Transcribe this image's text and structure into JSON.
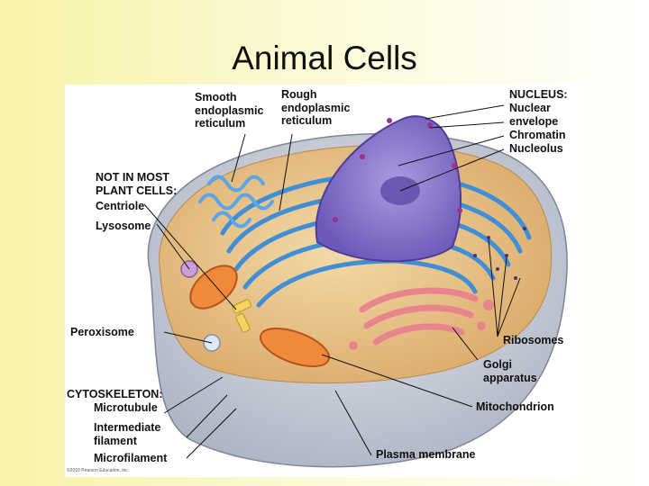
{
  "slide": {
    "title": "Animal Cells"
  },
  "figure": {
    "credit": "©2010 Pearson Education, Inc.",
    "labels": {
      "smooth_er": "Smooth\nendoplasmic\nreticulum",
      "rough_er": "Rough\nendoplasmic\nreticulum",
      "nucleus_heading": "NUCLEUS:",
      "nuclear_envelope": "Nuclear\nenvelope",
      "chromatin": "Chromatin",
      "nucleolus": "Nucleolus",
      "not_in_plant_heading": "NOT IN MOST\nPLANT CELLS:",
      "centriole": "Centriole",
      "lysosome": "Lysosome",
      "peroxisome": "Peroxisome",
      "ribosomes": "Ribosomes",
      "golgi": "Golgi\napparatus",
      "cytoskeleton_heading": "CYTOSKELETON:",
      "microtubule": "Microtubule",
      "intermediate_filament": "Intermediate\nfilament",
      "microfilament": "Microfilament",
      "mitochondrion": "Mitochondrion",
      "plasma_membrane": "Plasma membrane"
    }
  },
  "colors": {
    "background_left": "#f7f3a6",
    "membrane": "#c6ccd8",
    "cytoplasm": "#e8c48a",
    "er": "#3f8ed6",
    "nucleus": "#8d7bd1",
    "golgi": "#e8858c",
    "mitochondrion": "#f08a3a"
  }
}
